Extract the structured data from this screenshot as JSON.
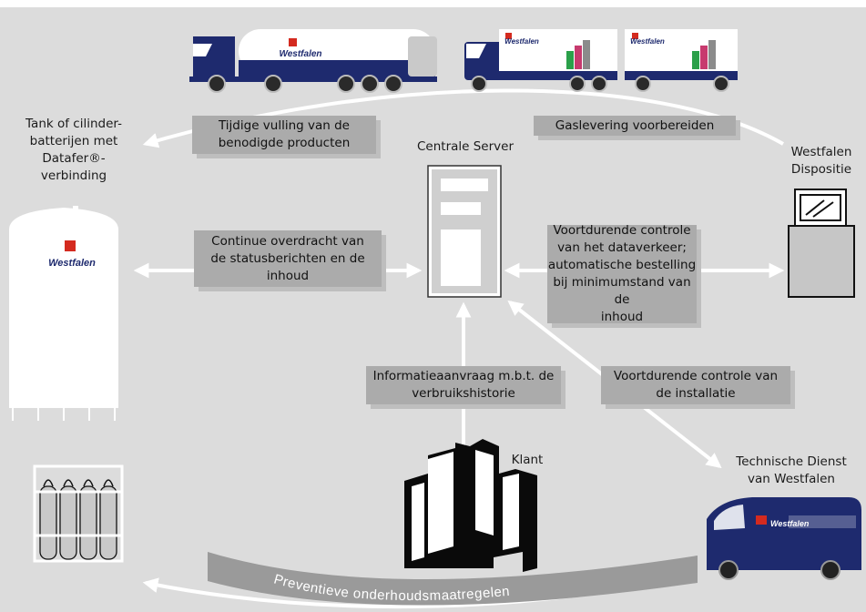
{
  "brand": {
    "name": "Westfalen",
    "colors": {
      "navy": "#1e2a6e",
      "red": "#d42a1f",
      "white": "#ffffff"
    }
  },
  "labels": {
    "tank": "Tank of cilinder-\nbatterijen met\nDatafer®-\nverbinding",
    "server": "Centrale Server",
    "dispositie": "Westfalen\nDispositie",
    "klant": "Klant",
    "technische_dienst": "Technische Dienst\nvan Westfalen"
  },
  "boxes": {
    "vulling": "Tijdige vulling van de\nbenodigde producten",
    "gaslevering": "Gaslevering voorbereiden",
    "overdracht": "Continue overdracht van\nde statusberichten en de\ninhoud",
    "dataverkeer": "Voortdurende controle\nvan het dataverkeer;\nautomatische bestelling\nbij minimumstand van de\ninhoud",
    "informatie": "Informatieaanvraag m.b.t. de\nverbruikshistorie",
    "installatie": "Voortdurende controle van\nde installatie"
  },
  "bottom_arc": "Preventieve onderhoudsmaatregelen",
  "icons": [
    "tanker-truck-icon",
    "lorry-trailer-icon",
    "storage-tank-icon",
    "server-icon",
    "computer-terminal-icon",
    "gas-cylinder-rack-icon",
    "building-icon",
    "van-icon"
  ]
}
